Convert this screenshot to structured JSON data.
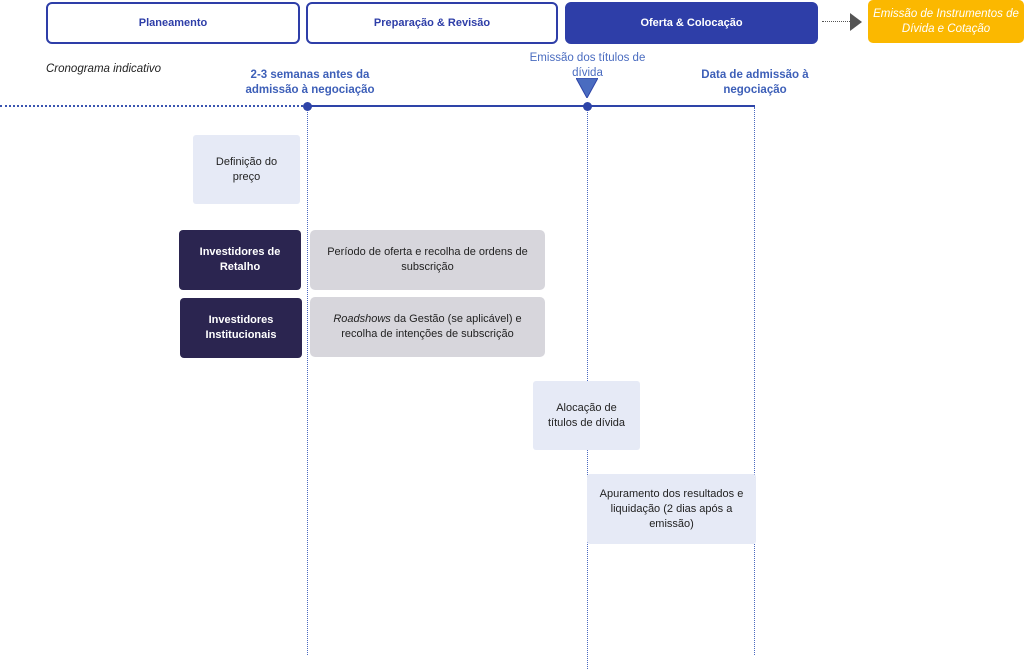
{
  "phases": {
    "p1": "Planeamento",
    "p2": "Preparação & Revisão",
    "p3": "Oferta & Colocação",
    "p4": "Emissão de Instrumentos de Dívida e Cotação"
  },
  "cronograma_label": "Cronograma indicativo",
  "milestones": {
    "m1": "2-3 semanas antes da admissão à negociação",
    "m2": "Emissão dos títulos de dívida",
    "m3": "Data de admissão à negociação"
  },
  "boxes": {
    "definicao_preco": "Definição do preço",
    "investidores_retalho": "Investidores de Retalho",
    "periodo_oferta": "Período de oferta e recolha de ordens de subscrição",
    "investidores_institucionais": "Investidores Institucionais",
    "roadshows_italic": "Roadshows",
    "roadshows_rest": " da Gestão  (se aplicável) e recolha de intenções de subscrição",
    "alocacao": "Alocação de títulos de dívida",
    "apuramento": "Apuramento dos resultados e liquidação (2 dias após a emissão)"
  },
  "colors": {
    "primary_blue": "#2e3ea8",
    "accent_yellow": "#fbb800",
    "dark_box": "#2b2550",
    "light_box": "#e6eaf6",
    "grey_box": "#d7d6dc"
  }
}
